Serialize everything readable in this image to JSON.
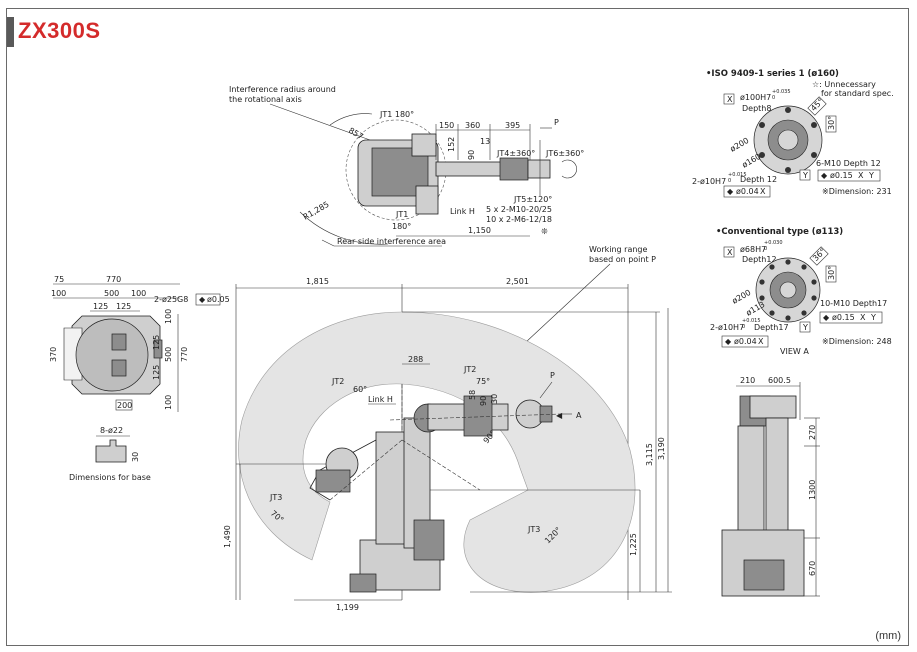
{
  "page": {
    "title": "ZX300S",
    "units": "(mm)",
    "accent_color": "#d42b2b"
  },
  "top_view": {
    "interference_note_1": "Interference radius around",
    "interference_note_2": "the rotational axis",
    "radius_front": "857",
    "radius_rear": "R1,285",
    "jt1_top": "JT1 180°",
    "jt1_bottom_label": "JT1",
    "jt1_bottom_angle": "180°",
    "dim_150": "150",
    "dim_360": "360",
    "dim_395": "395",
    "dim_13": "13",
    "dim_152": "152",
    "dim_90": "90",
    "jt4": "JT4±360°",
    "jt5": "JT5±120°",
    "jt6": "JT6±360°",
    "point_p": "P",
    "link_h": "Link H",
    "holes_1": "5 x 2-M10-20/25",
    "holes_2": "10 x 2-M6-12/18",
    "dim_1150": "1,150",
    "rear_area": "Rear side interference area"
  },
  "base_view": {
    "dim_75": "75",
    "dim_770_top": "770",
    "dim_100_left": "100",
    "dim_500": "500",
    "dim_100_right": "100",
    "dim_125_a": "125",
    "dim_125_b": "125",
    "hole_spec": "2-ø25G8",
    "tolerance": "ø0.05",
    "dim_370": "370",
    "dim_100_r1": "100",
    "dim_125_r": "125",
    "dim_500_v": "500",
    "dim_770_v": "770",
    "dim_125_r2": "125",
    "dim_100_r2": "100",
    "dim_200": "200",
    "base_holes": "8-ø22",
    "dim_30": "30",
    "caption": "Dimensions for base"
  },
  "side_view": {
    "dim_1815": "1,815",
    "dim_2501": "2,501",
    "working_range_1": "Working range",
    "working_range_2": "based on point P",
    "dim_288": "288",
    "jt2_rear": "JT2",
    "jt2_rear_angle": "60°",
    "jt2_front": "JT2",
    "jt2_front_angle": "75°",
    "link_h": "Link H",
    "dim_58": "58",
    "dim_90a": "90",
    "dim_30": "30",
    "dim_90b": "90°",
    "point_p": "P",
    "view_a": "A",
    "jt3_rear": "JT3",
    "jt3_rear_angle": "70°",
    "jt3_front": "JT3",
    "jt3_front_angle": "120°",
    "dim_1490": "1,490",
    "dim_1225": "1,225",
    "dim_3115": "3,115",
    "dim_3190": "3,190",
    "dim_1199": "1,199"
  },
  "iso_flange": {
    "title": "•ISO 9409-1 series 1 (ø160)",
    "note_1": "☆: Unnecessary",
    "note_2": "for standard spec.",
    "bore": "ø100H7",
    "bore_tol_upper": "+0.035",
    "bore_tol_lower": "0",
    "depth": "Depth8",
    "ang_45": "45°",
    "ang_30": "30°",
    "dia_200": "ø200",
    "dia_160": "ø160",
    "pin": "2-ø10H7",
    "pin_tol_upper": "+0.015",
    "pin_tol_lower": "0",
    "pin_depth": "Depth 12",
    "tap": "6-M10 Depth 12",
    "pos_tol": "ø0.15",
    "pos_tol_2": "ø0.04",
    "datum_x": "X",
    "datum_y": "Y",
    "dimension": "※Dimension: 231"
  },
  "conv_flange": {
    "title": "•Conventional type (ø113)",
    "bore": "ø68H7",
    "bore_tol_upper": "+0.030",
    "bore_tol_lower": "0",
    "depth": "Depth12",
    "ang_36": "36°",
    "ang_30": "30°",
    "dia_200": "ø200",
    "dia_113": "ø113",
    "tap": "10-M10 Depth17",
    "pin": "2-ø10H7",
    "pin_tol_upper": "+0.015",
    "pin_tol_lower": "0",
    "pin_depth": "Depth17",
    "pos_tol": "ø0.15",
    "pos_tol_2": "ø0.04",
    "datum_x": "X",
    "datum_y": "Y",
    "view_label": "VIEW A",
    "dimension": "※Dimension: 248"
  },
  "rear_view": {
    "dim_210": "210",
    "dim_600": "600.5",
    "dim_270": "270",
    "dim_1300": "1300",
    "dim_670": "670"
  }
}
